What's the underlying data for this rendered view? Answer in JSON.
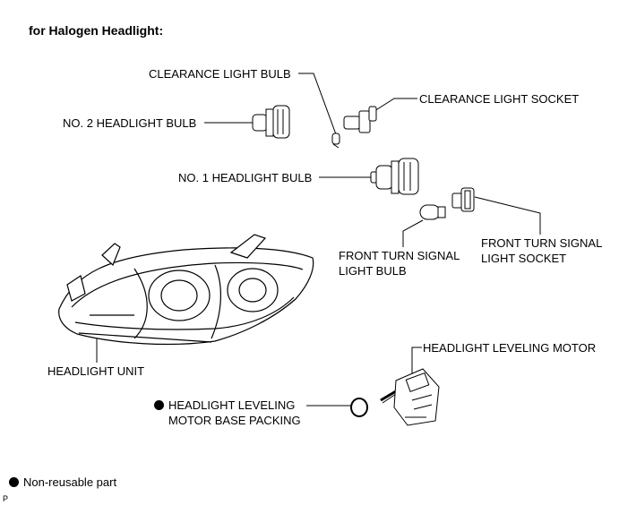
{
  "title": "for Halogen Headlight:",
  "labels": {
    "clearance_bulb": "CLEARANCE LIGHT BULB",
    "clearance_socket": "CLEARANCE LIGHT SOCKET",
    "no2_bulb": "NO. 2 HEADLIGHT BULB",
    "no1_bulb": "NO. 1 HEADLIGHT BULB",
    "turn_bulb_line1": "FRONT TURN SIGNAL",
    "turn_bulb_line2": "LIGHT BULB",
    "turn_socket_line1": "FRONT TURN SIGNAL",
    "turn_socket_line2": "LIGHT SOCKET",
    "headlight_unit": "HEADLIGHT UNIT",
    "leveling_motor": "HEADLIGHT LEVELING MOTOR",
    "packing_line1": "HEADLIGHT LEVELING",
    "packing_line2": "MOTOR BASE PACKING"
  },
  "legend": {
    "non_reusable": "Non-reusable part"
  },
  "corner_mark": "P"
}
